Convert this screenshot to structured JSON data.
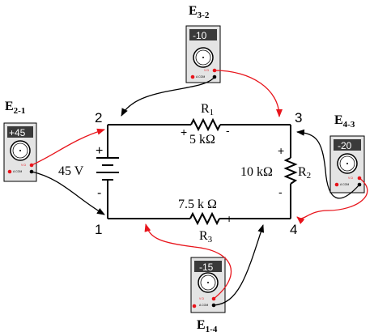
{
  "colors": {
    "wire": "#000000",
    "red_lead": "#e8141b",
    "black_lead": "#000000",
    "meter_body": "#e4e4e4",
    "display_bg": "#3a3a3a",
    "display_text": "#ffffff"
  },
  "circuit": {
    "nodes": {
      "n1": "1",
      "n2": "2",
      "n3": "3",
      "n4": "4"
    },
    "battery": {
      "label": "45 V",
      "plus": "+",
      "minus": "-",
      "icon": "battery-icon"
    },
    "r1": {
      "name_main": "R",
      "name_sub": "1",
      "value": "5 kΩ",
      "plus": "+",
      "minus": "-",
      "icon": "resistor-icon"
    },
    "r2": {
      "name_main": "R",
      "name_sub": "2",
      "value": "10 kΩ",
      "plus": "+",
      "minus": "-",
      "icon": "resistor-icon"
    },
    "r3": {
      "name_main": "R",
      "name_sub": "3",
      "value": "7.5 k Ω",
      "plus": "+",
      "minus": "-",
      "icon": "resistor-icon"
    }
  },
  "meters": {
    "e32": {
      "label_main": "E",
      "label_sub": "3-2",
      "reading": "-10",
      "jack_v": "V Ω",
      "jack_com": "A COM",
      "icon": "voltmeter-icon"
    },
    "e21": {
      "label_main": "E",
      "label_sub": "2-1",
      "reading": "+45",
      "jack_v": "V Ω",
      "jack_com": "A COM",
      "icon": "voltmeter-icon"
    },
    "e43": {
      "label_main": "E",
      "label_sub": "4-3",
      "reading": "-20",
      "jack_v": "V Ω",
      "jack_com": "A COM",
      "icon": "voltmeter-icon"
    },
    "e14": {
      "label_main": "E",
      "label_sub": "1-4",
      "reading": "-15",
      "jack_v": "V Ω",
      "jack_com": "A COM",
      "icon": "voltmeter-icon"
    }
  }
}
